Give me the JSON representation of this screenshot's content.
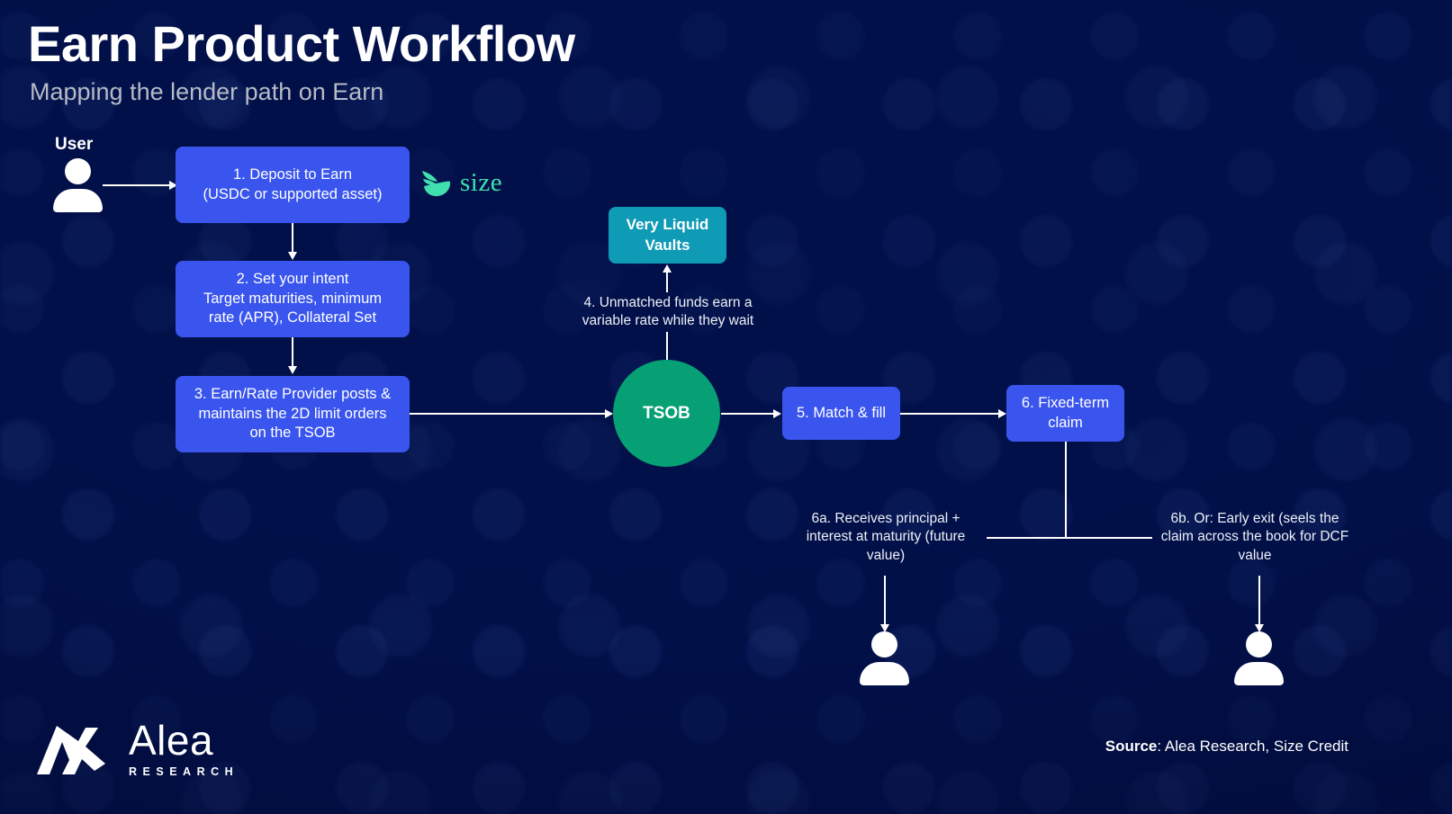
{
  "header": {
    "title": "Earn Product Workflow",
    "subtitle": "Mapping the lender path on Earn"
  },
  "actors": {
    "user_label": "User"
  },
  "brand": {
    "size_wordmark": "size",
    "alea_word": "Alea",
    "alea_sub": "RESEARCH"
  },
  "nodes": {
    "step1": "1. Deposit to Earn\n(USDC or supported asset)",
    "step1_line1": "1. Deposit to Earn",
    "step1_line2": "(USDC or supported asset)",
    "step2_line1": "2. Set your intent",
    "step2_line2": "Target maturities, minimum",
    "step2_line3": "rate (APR), Collateral Set",
    "step3_line1": "3. Earn/Rate Provider posts &",
    "step3_line2": "maintains the 2D limit orders",
    "step3_line3": "on the TSOB",
    "vaults_line1": "Very Liquid",
    "vaults_line2": "Vaults",
    "tsob": "TSOB",
    "step5": "5. Match & fill",
    "step6_line1": "6. Fixed-term",
    "step6_line2": "claim"
  },
  "labels": {
    "step4_line1": "4. Unmatched funds earn a",
    "step4_line2": "variable rate while they wait",
    "step6a_line1": "6a. Receives principal +",
    "step6a_line2": "interest at maturity (future",
    "step6a_line3": "value)",
    "step6b_line1": "6b. Or: Early exit (seels the",
    "step6b_line2": "claim across the book for DCF",
    "step6b_line3": "value"
  },
  "footer": {
    "source_label": "Source",
    "source_value": ": Alea Research, Size Credit"
  },
  "colors": {
    "background": "#02104a",
    "node_blue": "#3a55ee",
    "node_teal": "#0f9ab6",
    "node_green": "#06a074",
    "accent_mint": "#3fe0ad",
    "text_primary": "#ffffff",
    "text_muted": "#b6bbc6"
  }
}
